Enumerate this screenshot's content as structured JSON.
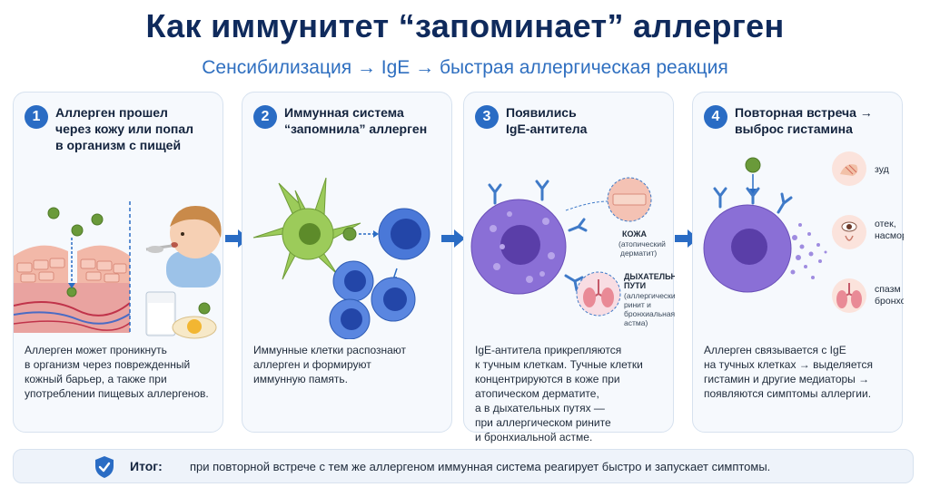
{
  "title": "Как иммунитет “запоминает” аллерген",
  "subtitle": "Сенсибилизация → IgE → быстрая аллергическая реакция",
  "steps": [
    {
      "number": "1",
      "heading": "Аллерген прошел\nчерез кожу или попал\nв организм с пищей",
      "description": "Аллерген может проникнуть\nв организм через поврежденный\nкожный барьер, а также при\nупотреблении пищевых аллергенов."
    },
    {
      "number": "2",
      "heading": "Иммунная система\n“запомнила” аллерген",
      "description": "Иммунные клетки распознают\nаллерген и формируют\nиммунную память."
    },
    {
      "number": "3",
      "heading": "Появились\nIgE-антитела",
      "description": "IgE-антитела прикрепляются\nк тучным клеткам. Тучные клетки\nконцентрируются в коже при\nатопическом дерматите,\nа в дыхательных путях —\nпри аллергическом рините\nи бронхиальной астме.",
      "skin_title": "КОЖА",
      "skin_note_1": "(атопический",
      "skin_note_2": "дерматит)",
      "airway_title_1": "ДЫХАТЕЛЬНЫЕ",
      "airway_title_2": "ПУТИ",
      "airway_note_1": "(аллергический",
      "airway_note_2": "ринит и",
      "airway_note_3": "бронхиальная",
      "airway_note_4": "астма)"
    },
    {
      "number": "4",
      "heading": "Повторная встреча →\nвыброс гистамина",
      "description": "Аллерген связывается с IgE\nна тучных клетках → выделяется\nгистамин и другие медиаторы →\nпоявляются симптомы аллергии.",
      "symptom_1": "зуд",
      "symptom_2a": "отек,",
      "symptom_2b": "насморк",
      "symptom_3a": "спазм",
      "symptom_3b": "бронхов"
    }
  ],
  "summary": {
    "label": "Итог:",
    "text": "при повторной встрече с тем же аллергеном иммунная система реагирует быстро и запускает симптомы."
  },
  "icons": [
    "shield-check-icon",
    "arrow-right-icon"
  ],
  "colors": {
    "title": "#0f2a5c",
    "subtitle": "#2f6fc0",
    "accent": "#2a6cc4",
    "card_bg": "#f6f9fd",
    "mast_cell": "#8a6fd6",
    "allergen": "#6a9a3a"
  }
}
